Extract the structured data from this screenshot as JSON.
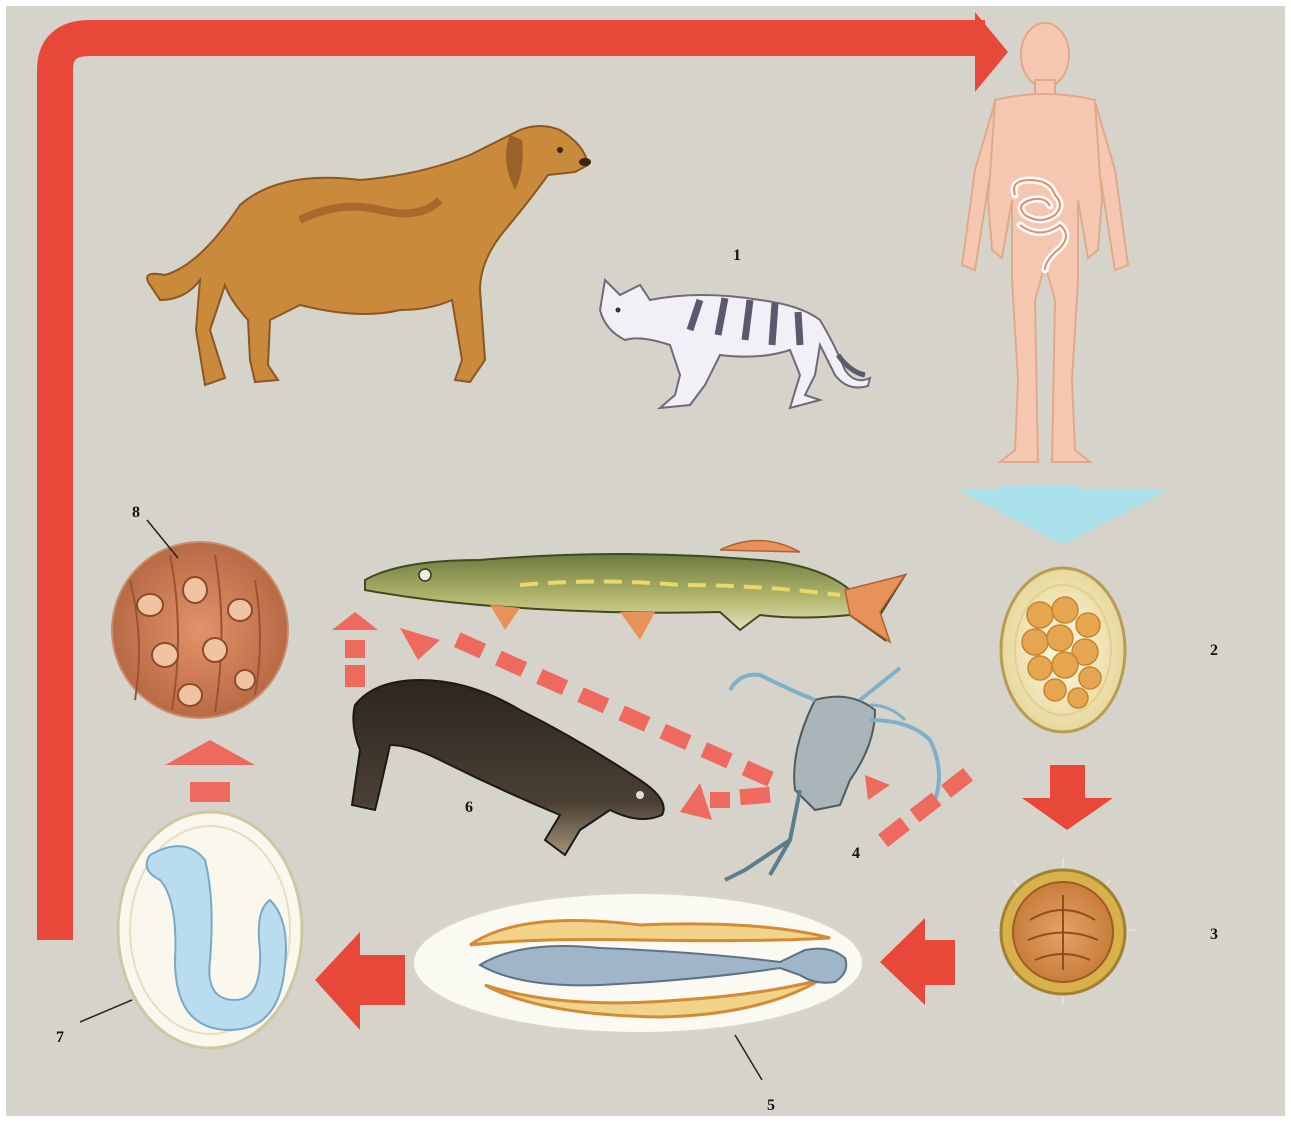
{
  "diagram": {
    "labels": {
      "n1": "1",
      "n2": "2",
      "n3": "3",
      "n4": "4",
      "n5": "5",
      "n6": "6",
      "n7": "7",
      "n8": "8"
    },
    "colors": {
      "background": "#d6d4ca",
      "arrow_red": "#e8483a",
      "arrow_dashed": "#ef6a5e",
      "arrow_blue": "#a9e0ea",
      "human": "#f6c7b0",
      "dog": "#c98a3c",
      "fish": "#9aa56a",
      "egg_fill": "#f6f1dd"
    },
    "elements": [
      "dog",
      "cat",
      "human-with-intestine",
      "egg",
      "coracidium",
      "copepod",
      "procercoid",
      "plerocercoid",
      "fish-burbot",
      "fish-pike",
      "muscle-tissue"
    ]
  }
}
